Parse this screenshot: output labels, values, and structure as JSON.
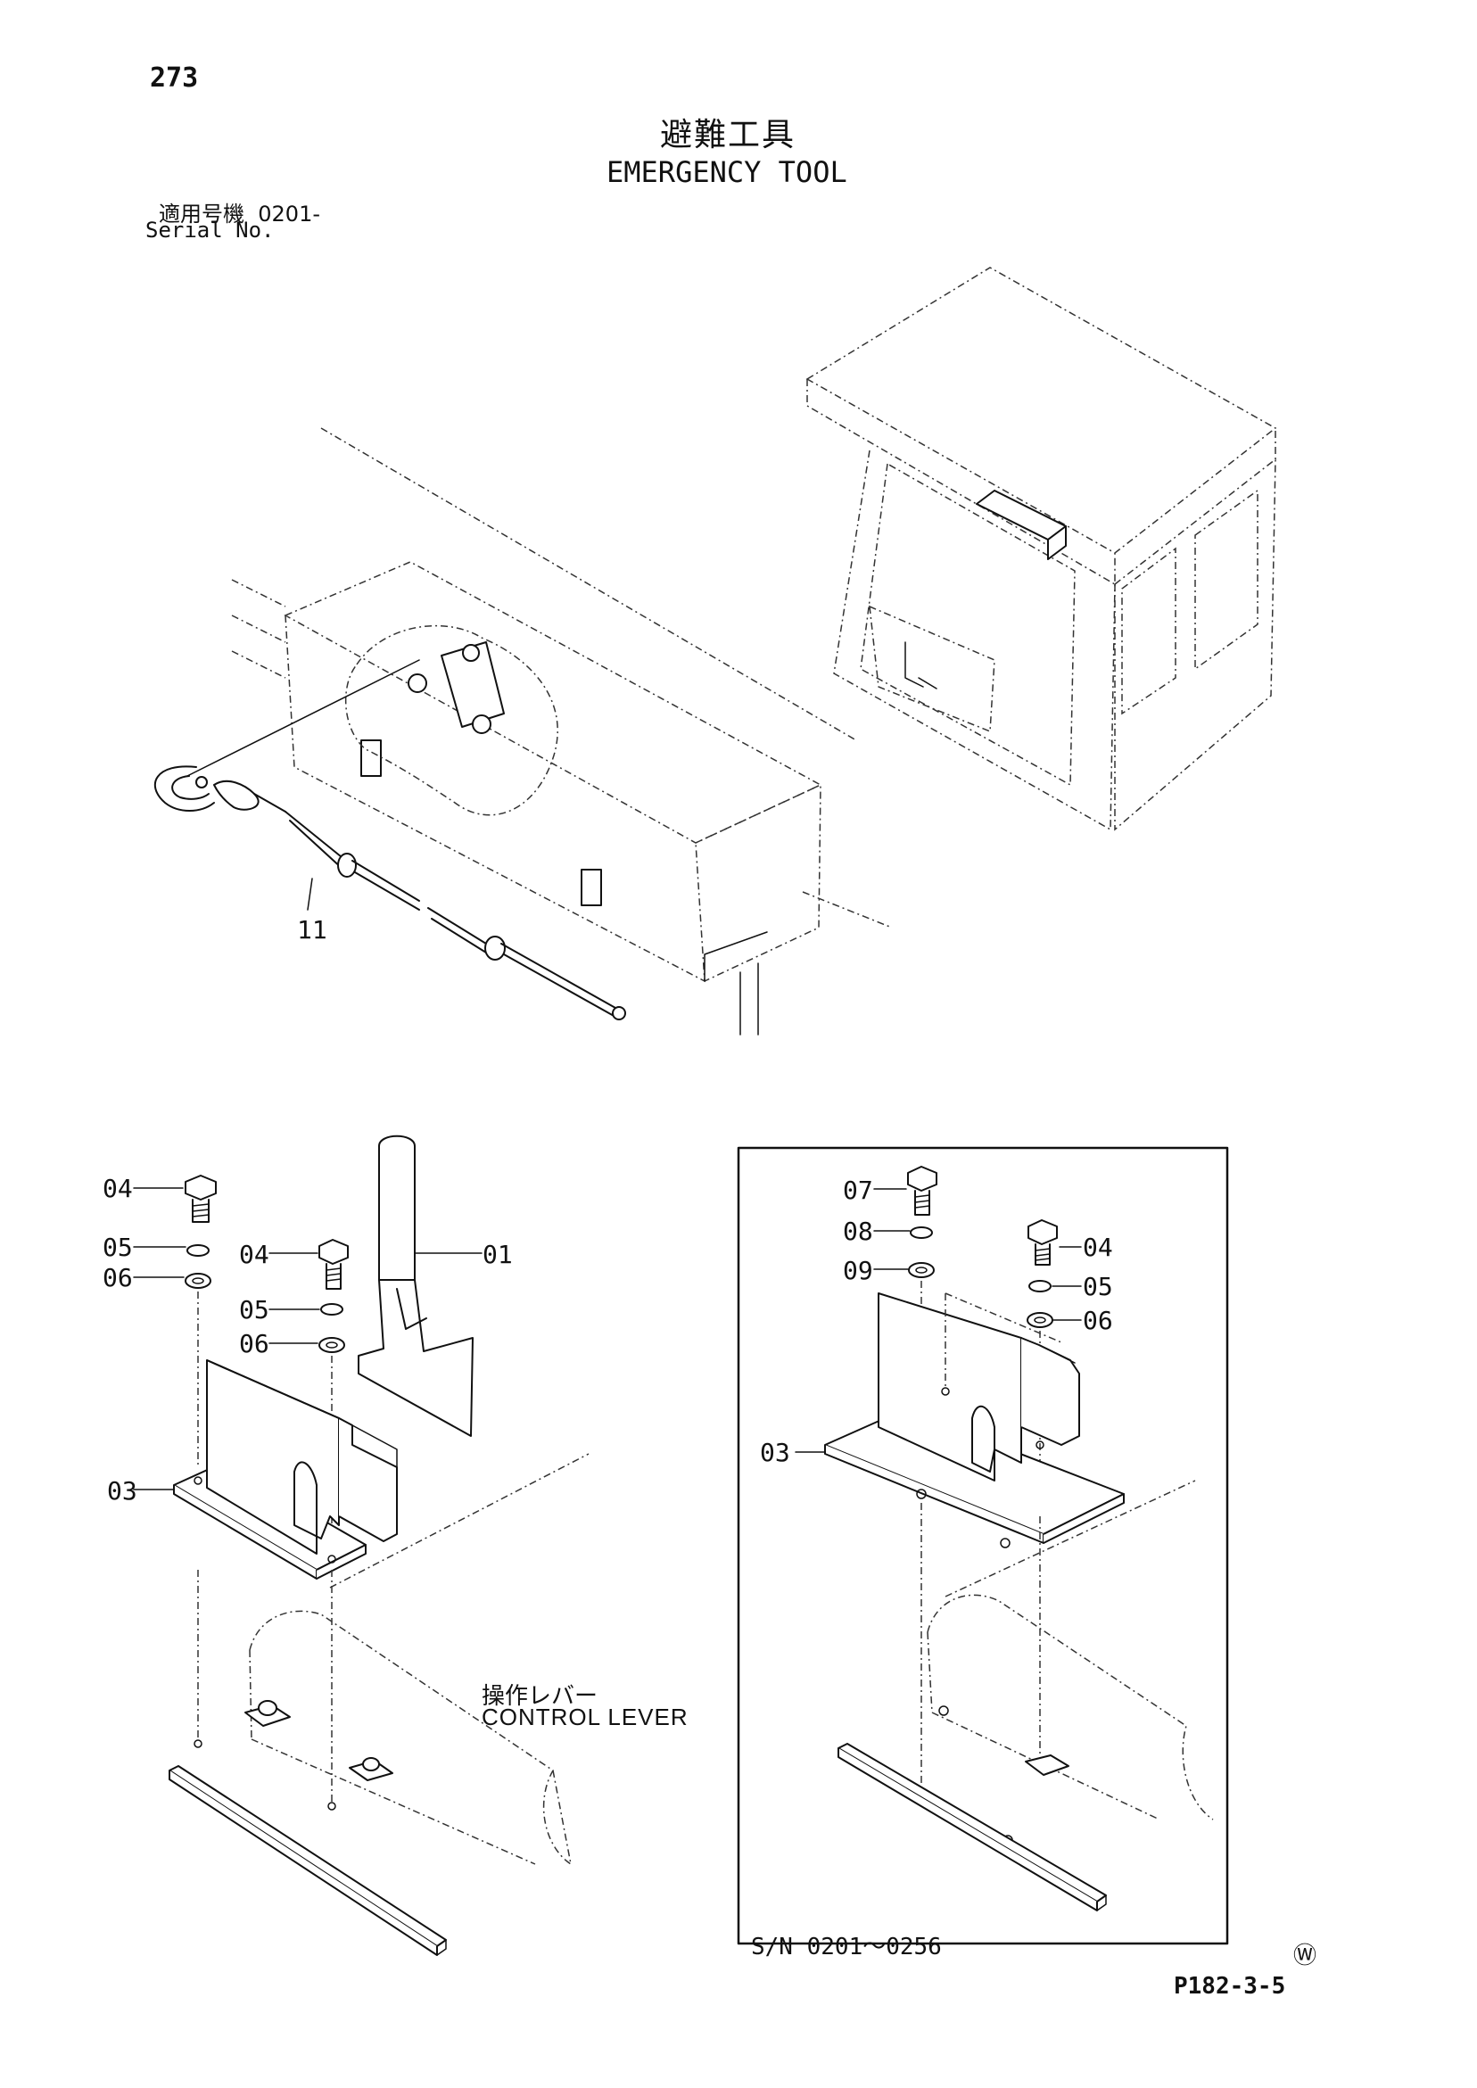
{
  "header": {
    "page_number": "273",
    "title_jp": "避難工具",
    "title_en": "EMERGENCY TOOL",
    "serial_label_jp": "適用号機",
    "serial_value": "0201-",
    "serial_label_en": "Serial No."
  },
  "callouts": {
    "cable": "11",
    "left_bolt": "04",
    "left_spring_washer": "05",
    "left_washer": "06",
    "mid_bolt": "04",
    "mid_spring_washer": "05",
    "mid_washer": "06",
    "lever": "01",
    "left_bracket": "03",
    "inset_bolt": "07",
    "inset_spring_washer": "08",
    "inset_washer": "09",
    "inset_bolt_b": "04",
    "inset_spring_washer_b": "05",
    "inset_washer_b": "06",
    "inset_bracket": "03"
  },
  "labels": {
    "control_lever_jp": "操作レバー",
    "control_lever_en": "CONTROL LEVER",
    "serial_range": "S/N  0201～0256",
    "watermark": "Ⓦ",
    "page_code": "P182-3-5"
  }
}
